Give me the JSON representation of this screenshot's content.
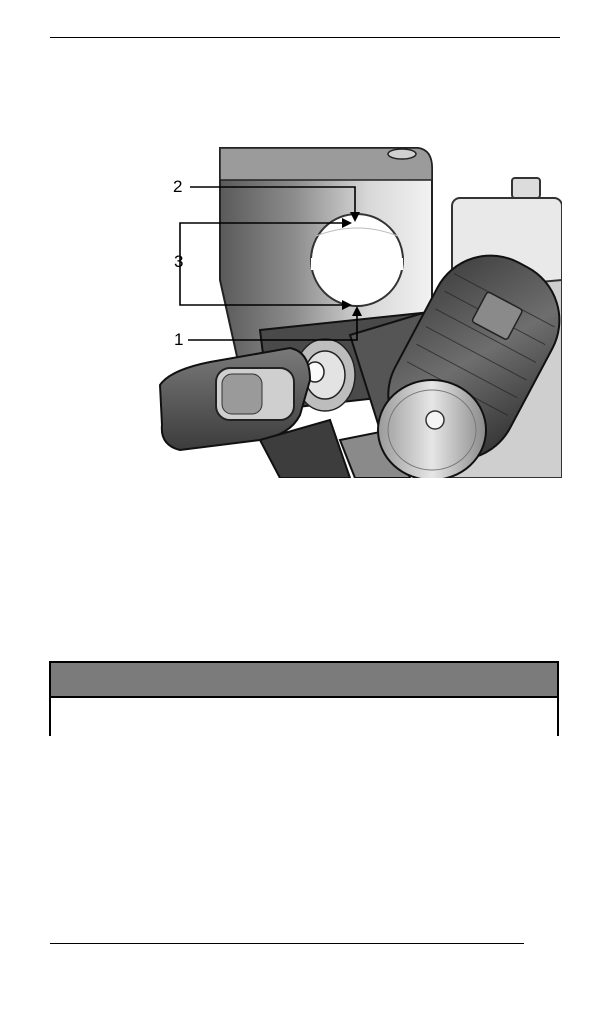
{
  "figure": {
    "callouts": [
      {
        "id": "2",
        "label": "2"
      },
      {
        "id": "3",
        "label": "3"
      },
      {
        "id": "1",
        "label": "1"
      }
    ]
  },
  "note_table": {
    "header_text": "",
    "body_text": ""
  }
}
